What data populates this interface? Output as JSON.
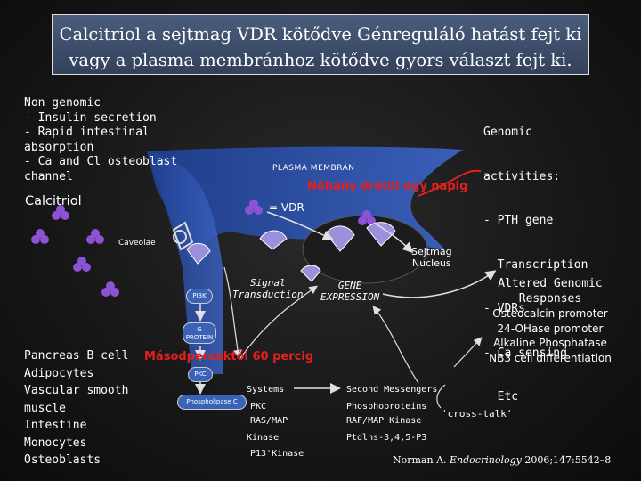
{
  "title": {
    "line1": "Calcitriol  a sejtmag VDR kötődve Génreguláló hatást fejt ki",
    "line2": "vagy a plasma membránhoz kötődve gyors választ fejt ki."
  },
  "non_genomic": [
    "Non genomic",
    "- Insulin secretion",
    "- Rapid intestinal",
    "absorption",
    "- Ca and Cl osteoblast",
    "channel"
  ],
  "calcitriol_label": "Calcitriol",
  "genomic": [
    "Genomic",
    "activities:",
    "- PTH gene",
    "  Transcription",
    "- VDRs",
    "- Ca sensing",
    "  Etc"
  ],
  "membrane_label": "PLASMA MEMBRÁN",
  "hours_label": "Néhány órától egy napig",
  "vdr_label": "= VDR",
  "caveolae_label": "Caveolae",
  "nucleus_label": [
    "Sejtmag",
    "Nucleus"
  ],
  "signal_label": [
    "Signal",
    "Transduction"
  ],
  "gene_label": [
    "GENE",
    "EXPRESSION"
  ],
  "pi3k_label": "PI3K",
  "g_protein_label": [
    "G",
    "PROTEIN"
  ],
  "pkc_label": "PKC",
  "phospholipase_label": "Phospholipase C",
  "seconds_label": "Másodpercektől 60 percig",
  "cells_list": [
    "Pancreas B cell",
    "Adipocytes",
    "Vascular smooth",
    "muscle",
    "Intestine",
    "Monocytes",
    "Osteoblasts"
  ],
  "altered": [
    "Altered Genomic",
    "Responses",
    "Osteocalcin promoter",
    "24-OHase promoter",
    "Alkaline Phosphatase",
    "NB3 cell differentiation"
  ],
  "pathways_left": [
    "Systems",
    "PKC",
    "RAS/MAP",
    "Kinase",
    "P13'Kinase"
  ],
  "pathways_right": [
    "Second Messengers",
    "Phosphoproteins",
    "RAF/MAP Kinase",
    "Ptdlns-3,4,5-P3"
  ],
  "cross_talk": "'cross-talk'",
  "citation": {
    "author": "Norman A. ",
    "journal": "Endocrinology",
    "ref": " 2006;147:5542–8"
  },
  "colors": {
    "title_bg": "#3d4e6a",
    "membrane": "#2e4fa0",
    "vdr_purple": "#7a4cc0",
    "arrow_red": "#e32020"
  }
}
